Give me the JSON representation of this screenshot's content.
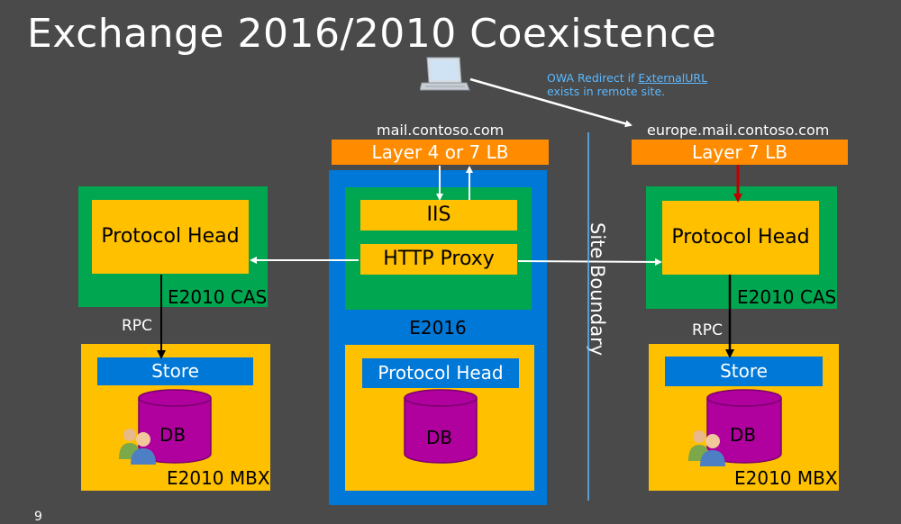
{
  "slide": {
    "title": "Exchange 2016/2010 Coexistence",
    "page_number": "9"
  },
  "note": {
    "line1_prefix": "OWA Redirect if ",
    "line1_link": "ExternalURL",
    "line2": "exists in remote site."
  },
  "left_site": {
    "hostname": "mail.contoso.com",
    "lb_label": "Layer 4 or 7 LB",
    "e2016": {
      "iis": "IIS",
      "http_proxy": "HTTP Proxy",
      "label": "E2016",
      "protocol_head": "Protocol Head",
      "db": "DB"
    },
    "cas": {
      "protocol_head": "Protocol Head",
      "label": "E2010 CAS"
    },
    "rpc": "RPC",
    "mbx": {
      "store": "Store",
      "db": "DB",
      "label": "E2010 MBX"
    }
  },
  "boundary": {
    "label": "Site Boundary"
  },
  "right_site": {
    "hostname": "europe.mail.contoso.com",
    "lb_label": "Layer 7 LB",
    "cas": {
      "protocol_head": "Protocol Head",
      "label": "E2010 CAS"
    },
    "rpc": "RPC",
    "mbx": {
      "store": "Store",
      "db": "DB",
      "label": "E2010 MBX"
    }
  },
  "colors": {
    "background": "#4a4a4a",
    "load_balancer": "#ff8c00",
    "cas_green": "#00a650",
    "role_yellow": "#ffc000",
    "store_blue": "#0078d7",
    "db_purple": "#b0009e",
    "note_text": "#5cb8ff",
    "boundary_line": "#5cb8ff",
    "redirect_arrow": "#c00000"
  }
}
